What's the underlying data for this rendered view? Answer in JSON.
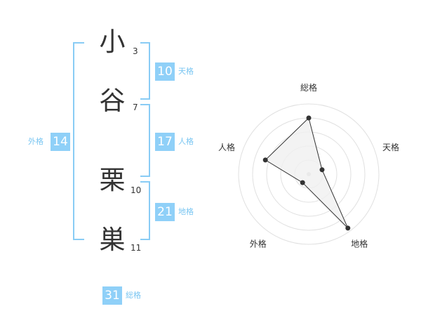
{
  "characters": [
    {
      "char": "小",
      "strokes": "3"
    },
    {
      "char": "谷",
      "strokes": "7"
    },
    {
      "char": "栗",
      "strokes": "10"
    },
    {
      "char": "巣",
      "strokes": "11"
    }
  ],
  "kaku": {
    "tenkaku": {
      "value": "10",
      "label": "天格"
    },
    "jinkaku": {
      "value": "17",
      "label": "人格"
    },
    "chikaku": {
      "value": "21",
      "label": "地格"
    },
    "gaikaku": {
      "value": "14",
      "label": "外格"
    },
    "soukaku": {
      "value": "31",
      "label": "総格"
    }
  },
  "chart_data": {
    "type": "radar",
    "axes": [
      "総格",
      "天格",
      "地格",
      "外格",
      "人格"
    ],
    "values": [
      0.8,
      0.2,
      0.95,
      0.15,
      0.65
    ],
    "rings": 5,
    "accent": "#333333",
    "fill": "#f0f0f0",
    "grid_color": "#e0e0e0",
    "center_dot": "#cccccc"
  },
  "colors": {
    "badge": "#8fd0f8",
    "label": "#7ac6f2",
    "bracket": "#89ccf5"
  }
}
